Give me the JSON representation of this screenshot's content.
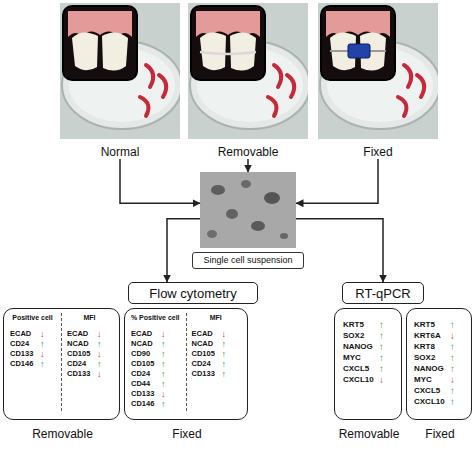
{
  "diagram": {
    "nodes": [
      {
        "text": [
          "Normal"
        ]
      },
      {
        "text": [
          "Removable"
        ]
      },
      {
        "text": [
          "Fixed"
        ]
      },
      {
        "text": [
          "Single cell suspension"
        ]
      },
      {
        "text": [
          "Flow cytometry"
        ]
      },
      {
        "text": [
          "RT-qPCR"
        ]
      },
      {
        "text": [
          "Positive cell",
          "MFI",
          "ECAD",
          "↓",
          "CD24",
          "↑",
          "CD133",
          "↓",
          "CD146",
          "↑",
          "ECAD",
          "↓",
          "NCAD",
          "↑",
          "CD105",
          "↓",
          "CD24",
          "↑",
          "CD133",
          "↓",
          "Removable"
        ]
      },
      {
        "text": [
          "% Positive cell",
          "MFI",
          "ECAD",
          "↓",
          "NCAD",
          "↑",
          "CD90",
          "↑",
          "CD105",
          "↑",
          "CD24",
          "↑",
          "CD44",
          "↑",
          "CD133",
          "↓",
          "CD146",
          "↑",
          "ECAD",
          "↓",
          "NCAD",
          "↑",
          "CD105",
          "↑",
          "CD24",
          "↑",
          "CD133",
          "↑",
          "Fixed"
        ]
      },
      {
        "text": [
          "KRT5",
          "↑",
          "SOX2",
          "↑",
          "NANOG",
          "↑",
          "MYC",
          "↑",
          "CXCL5",
          "↑",
          "CXCL10",
          "↓",
          "Removable"
        ]
      },
      {
        "text": [
          "KRT5",
          "↑",
          "KRT6A",
          "↓",
          "KRT8",
          "↑",
          "SOX2",
          "↑",
          "NANOG",
          "↑",
          "MYC",
          "↓",
          "CXCL5",
          "↑",
          "CXCL10",
          "↑",
          "Fixed"
        ]
      }
    ],
    "edges": [
      {
        "from": 0,
        "to": 3,
        "arrow": "to"
      },
      {
        "from": 1,
        "to": 3,
        "arrow": "to"
      },
      {
        "from": 2,
        "to": 3,
        "arrow": "to"
      },
      {
        "from": 3,
        "to": 4,
        "arrow": "to"
      },
      {
        "from": 3,
        "to": 5,
        "arrow": "to"
      }
    ]
  }
}
